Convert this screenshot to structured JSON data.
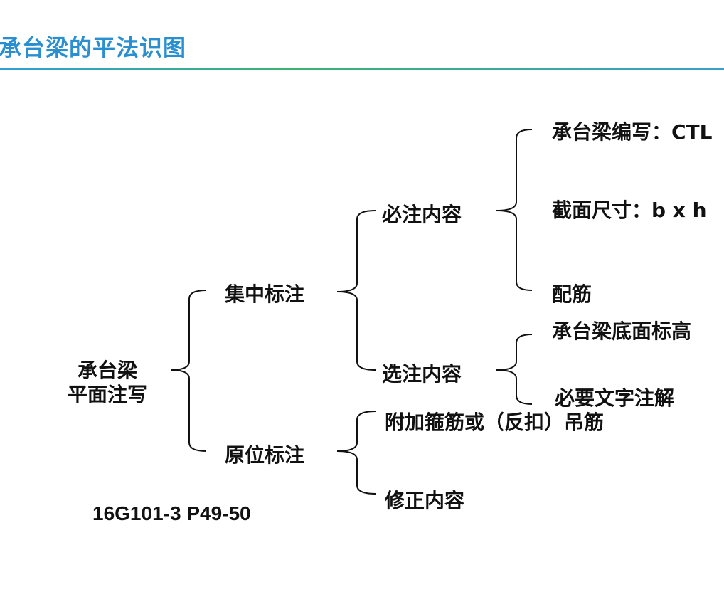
{
  "title": "承台梁的平法识图",
  "root": {
    "line1": "承台梁",
    "line2": "平面注写"
  },
  "level1": {
    "concentrated": "集中标注",
    "in_situ": "原位标注"
  },
  "level2": {
    "required": "必注内容",
    "optional": "选注内容",
    "additional_stirrups": "附加箍筋或（反扣）吊筋",
    "correction": "修正内容"
  },
  "level3": {
    "beam_code": "承台梁编写：CTL",
    "section_size": "截面尺寸：b x h",
    "reinforcement": "配筋",
    "bottom_elevation": "承台梁底面标高",
    "text_notes": "必要文字注解"
  },
  "reference": "16G101-3  P49-50",
  "colors": {
    "title": "#2a8fd0",
    "line_start": "#2e9fd8",
    "line_mid": "#3cb371"
  }
}
